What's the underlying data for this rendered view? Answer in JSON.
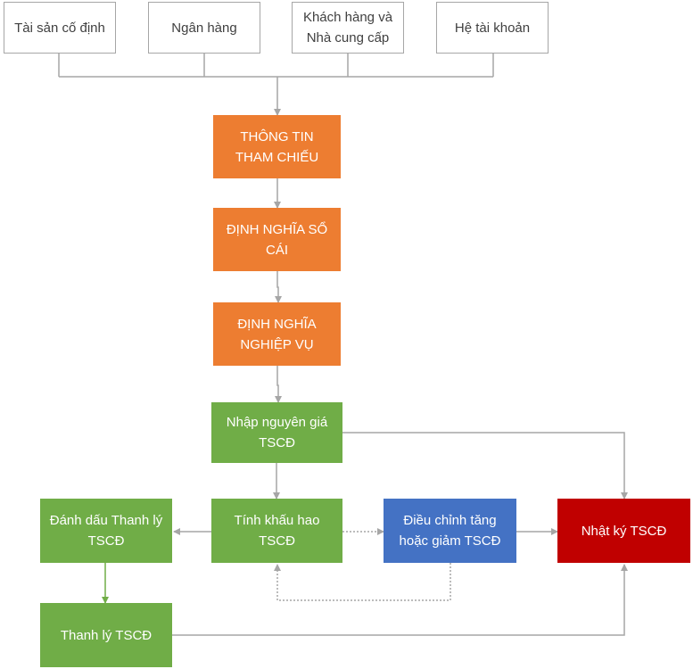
{
  "sources": [
    {
      "id": "tai-san-co-dinh",
      "lines": [
        "Tài sản cố định"
      ]
    },
    {
      "id": "ngan-hang",
      "lines": [
        "Ngân hàng"
      ]
    },
    {
      "id": "khach-hang-nha-cung-cap",
      "lines": [
        "Khách hàng và",
        "Nhà cung cấp"
      ]
    },
    {
      "id": "he-tai-khoan",
      "lines": [
        "Hệ tài khoản"
      ]
    }
  ],
  "steps": {
    "thong_tin_tham_chieu": {
      "lines": [
        "THÔNG TIN",
        "THAM CHIẾU"
      ],
      "color": "#ed7d31"
    },
    "dinh_nghia_so_cai": {
      "lines": [
        "ĐỊNH NGHĨA SỔ",
        "CÁI"
      ],
      "color": "#ed7d31"
    },
    "dinh_nghia_nghiep_vu": {
      "lines": [
        "ĐỊNH NGHĨA",
        "NGHIỆP VỤ"
      ],
      "color": "#ed7d31"
    },
    "nhap_nguyen_gia": {
      "lines": [
        "Nhập nguyên giá",
        "TSCĐ"
      ],
      "color": "#70ad47"
    },
    "tinh_khau_hao": {
      "lines": [
        "Tính khấu hao",
        "TSCĐ"
      ],
      "color": "#70ad47"
    },
    "danh_dau_thanh_ly": {
      "lines": [
        "Đánh dấu Thanh lý",
        "TSCĐ"
      ],
      "color": "#70ad47"
    },
    "thanh_ly": {
      "lines": [
        "Thanh lý TSCĐ"
      ],
      "color": "#70ad47"
    },
    "dieu_chinh": {
      "lines": [
        "Điều chỉnh tăng",
        "hoặc giảm TSCĐ"
      ],
      "color": "#4472c4"
    },
    "nhat_ky": {
      "lines": [
        "Nhật ký TSCĐ"
      ],
      "color": "#c00000"
    }
  },
  "colors": {
    "connector": "#a6a6a6",
    "connector_green": "#70ad47"
  }
}
